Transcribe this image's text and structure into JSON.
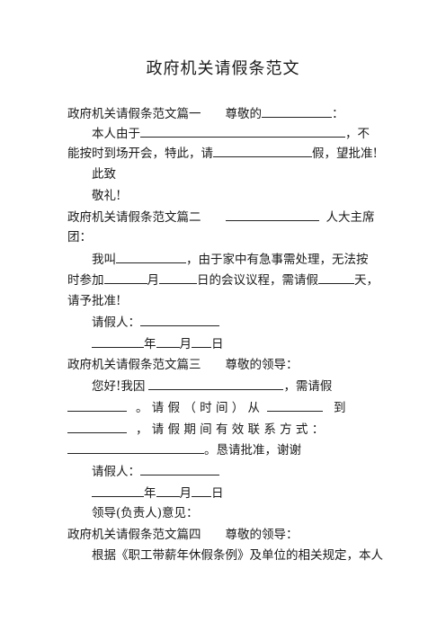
{
  "doc": {
    "title": "政府机关请假条范文",
    "s1_heading": "政府机关请假条范文篇一",
    "s1_salute": "尊敬的",
    "s1_colon": "：",
    "s1_p_a": "本人由于",
    "s1_p_b": "，不",
    "s1_p_c": "能按时到场开会，特此，请",
    "s1_p_d": "假，望批准!",
    "s1_close1": "此致",
    "s1_close2": "敬礼!",
    "s2_heading": "政府机关请假条范文篇二",
    "s2_tail": "人大主席",
    "s2_tail2": "团：",
    "s2_p_a": "我叫",
    "s2_p_b": "，由于家中有急事需处理，无法按",
    "s2_p_c": "时参加",
    "s2_p_d": "月",
    "s2_p_e": "日的会议议程，需请假",
    "s2_p_f": "天，",
    "s2_p_g": "请予批准!",
    "s2_sign": "请假人：",
    "s2_year": "年",
    "s2_month": "月",
    "s2_day": "日",
    "s3_heading": "政府机关请假条范文篇三",
    "s3_salute": "尊敬的领导：",
    "s3_p_a": "您好!我因",
    "s3_p_b": "，需请假",
    "s3_p_c": "。 请 假 （ 时 间 ） 从",
    "s3_p_d": "到",
    "s3_p_e": "， 请 假 期 间 有 效 联 系 方 式 ：",
    "s3_p_f": "。恳请批准，谢谢",
    "s3_sign": "请假人：",
    "s3_year": "年",
    "s3_month": "月",
    "s3_day": "日",
    "s3_opinion": "领导(负责人)意见：",
    "s4_heading": "政府机关请假条范文篇四",
    "s4_salute": "尊敬的领导：",
    "s4_p_a": "根据《职工带薪年休假条例》及单位的相关规定，本人"
  }
}
